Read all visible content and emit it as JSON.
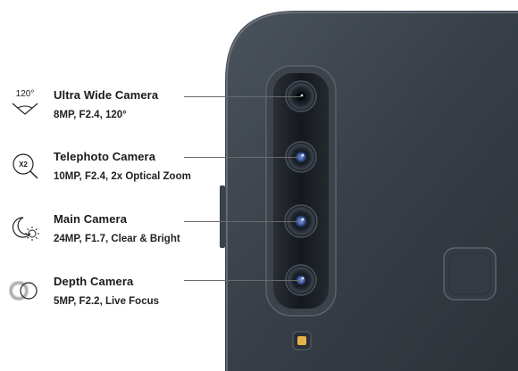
{
  "cameras": [
    {
      "title": "Ultra Wide Camera",
      "spec": "8MP, F2.4, 120°",
      "icon": "ultra-wide-angle-icon",
      "icon_text": "120°"
    },
    {
      "title": "Telephoto Camera",
      "spec": "10MP, F2.4, 2x Optical Zoom",
      "icon": "zoom-magnifier-icon",
      "icon_text": "X2"
    },
    {
      "title": "Main Camera",
      "spec": "24MP, F1.7, Clear & Bright",
      "icon": "low-light-bright-icon"
    },
    {
      "title": "Depth Camera",
      "spec": "5MP, F2.2, Live Focus",
      "icon": "depth-focus-icon"
    }
  ],
  "colors": {
    "phone_body": "#3a4149",
    "lens_module": "#1c2024",
    "text": "#1a1a1a",
    "flash": "#e8b04a"
  }
}
